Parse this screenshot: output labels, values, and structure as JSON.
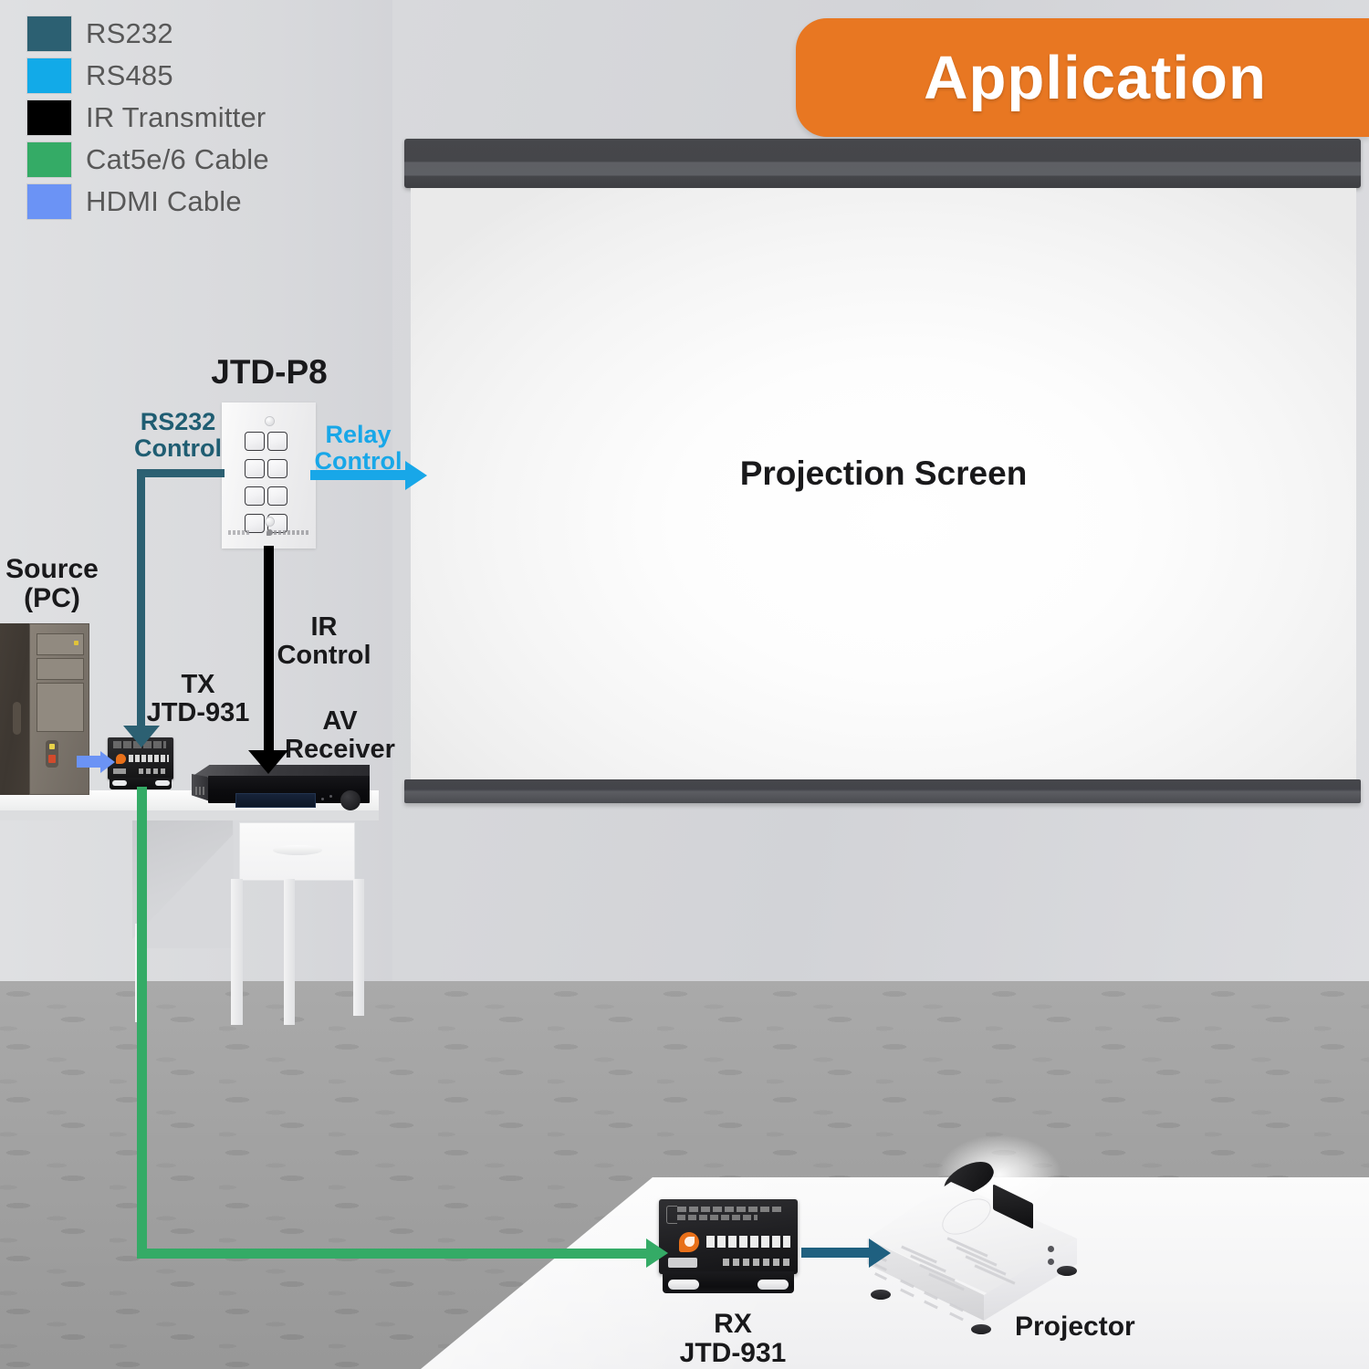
{
  "banner": {
    "title": "Application"
  },
  "legend": {
    "items": [
      {
        "label": "RS232",
        "color": "#2c6072",
        "name": "legend-swatch-rs232"
      },
      {
        "label": "RS485",
        "color": "#12aae8",
        "name": "legend-swatch-rs485"
      },
      {
        "label": "IR Transmitter",
        "color": "#000000",
        "name": "legend-swatch-ir"
      },
      {
        "label": "Cat5e/6 Cable",
        "color": "#34ab66",
        "name": "legend-swatch-cat5e"
      },
      {
        "label": "HDMI Cable",
        "color": "#6b93f5",
        "name": "legend-swatch-hdmi"
      }
    ]
  },
  "diagram": {
    "screen_label": "Projection Screen",
    "wallplate_title": "JTD-P8",
    "rs232_control": "RS232\nControl",
    "rs232_control_line1": "RS232",
    "rs232_control_line2": "Control",
    "relay_control_line1": "Relay",
    "relay_control_line2": "Control",
    "ir_control_line1": "IR",
    "ir_control_line2": "Control",
    "source_line1": "Source",
    "source_line2": "(PC)",
    "tx_line1": "TX",
    "tx_line2": "JTD-931",
    "av_line1": "AV",
    "av_line2": "Receiver",
    "rx_line1": "RX",
    "rx_line2": "JTD-931",
    "projector_label": "Projector"
  },
  "colors": {
    "rs232": "#2c6072",
    "rs485": "#12aae8",
    "ir": "#000000",
    "cat5e": "#34ab66",
    "hdmi": "#6b93f5",
    "banner_orange": "#e87722",
    "wall": "#d6d7da",
    "carpet": "#a0a0a0",
    "screen_frame": "#46474b"
  }
}
